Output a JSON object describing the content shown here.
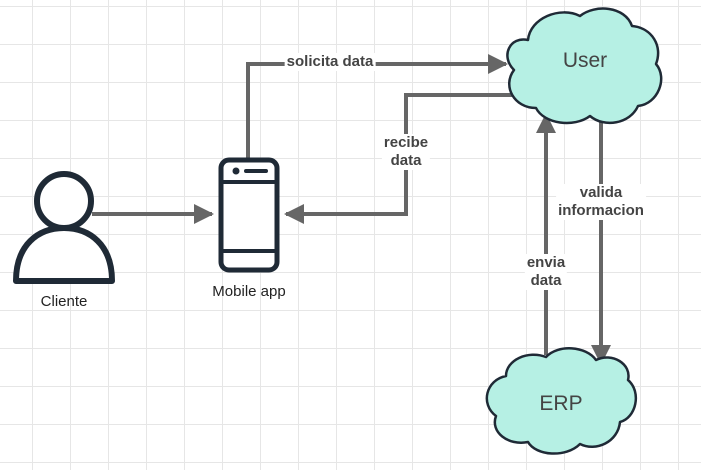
{
  "nodes": {
    "cliente": "Cliente",
    "mobile_app": "Mobile app",
    "user": "User",
    "erp": "ERP"
  },
  "edges": {
    "solicita_data": "solicita data",
    "recibe_data": [
      "recibe",
      "data"
    ],
    "valida_informacion": [
      "valida",
      "informacion"
    ],
    "envia_data": [
      "envia",
      "data"
    ]
  },
  "colors": {
    "cloud_fill": "#b6f0e4",
    "outline": "#1f2a36",
    "arrow": "#666666"
  },
  "icons": {
    "cliente": "person-icon",
    "mobile_app": "smartphone-icon"
  }
}
